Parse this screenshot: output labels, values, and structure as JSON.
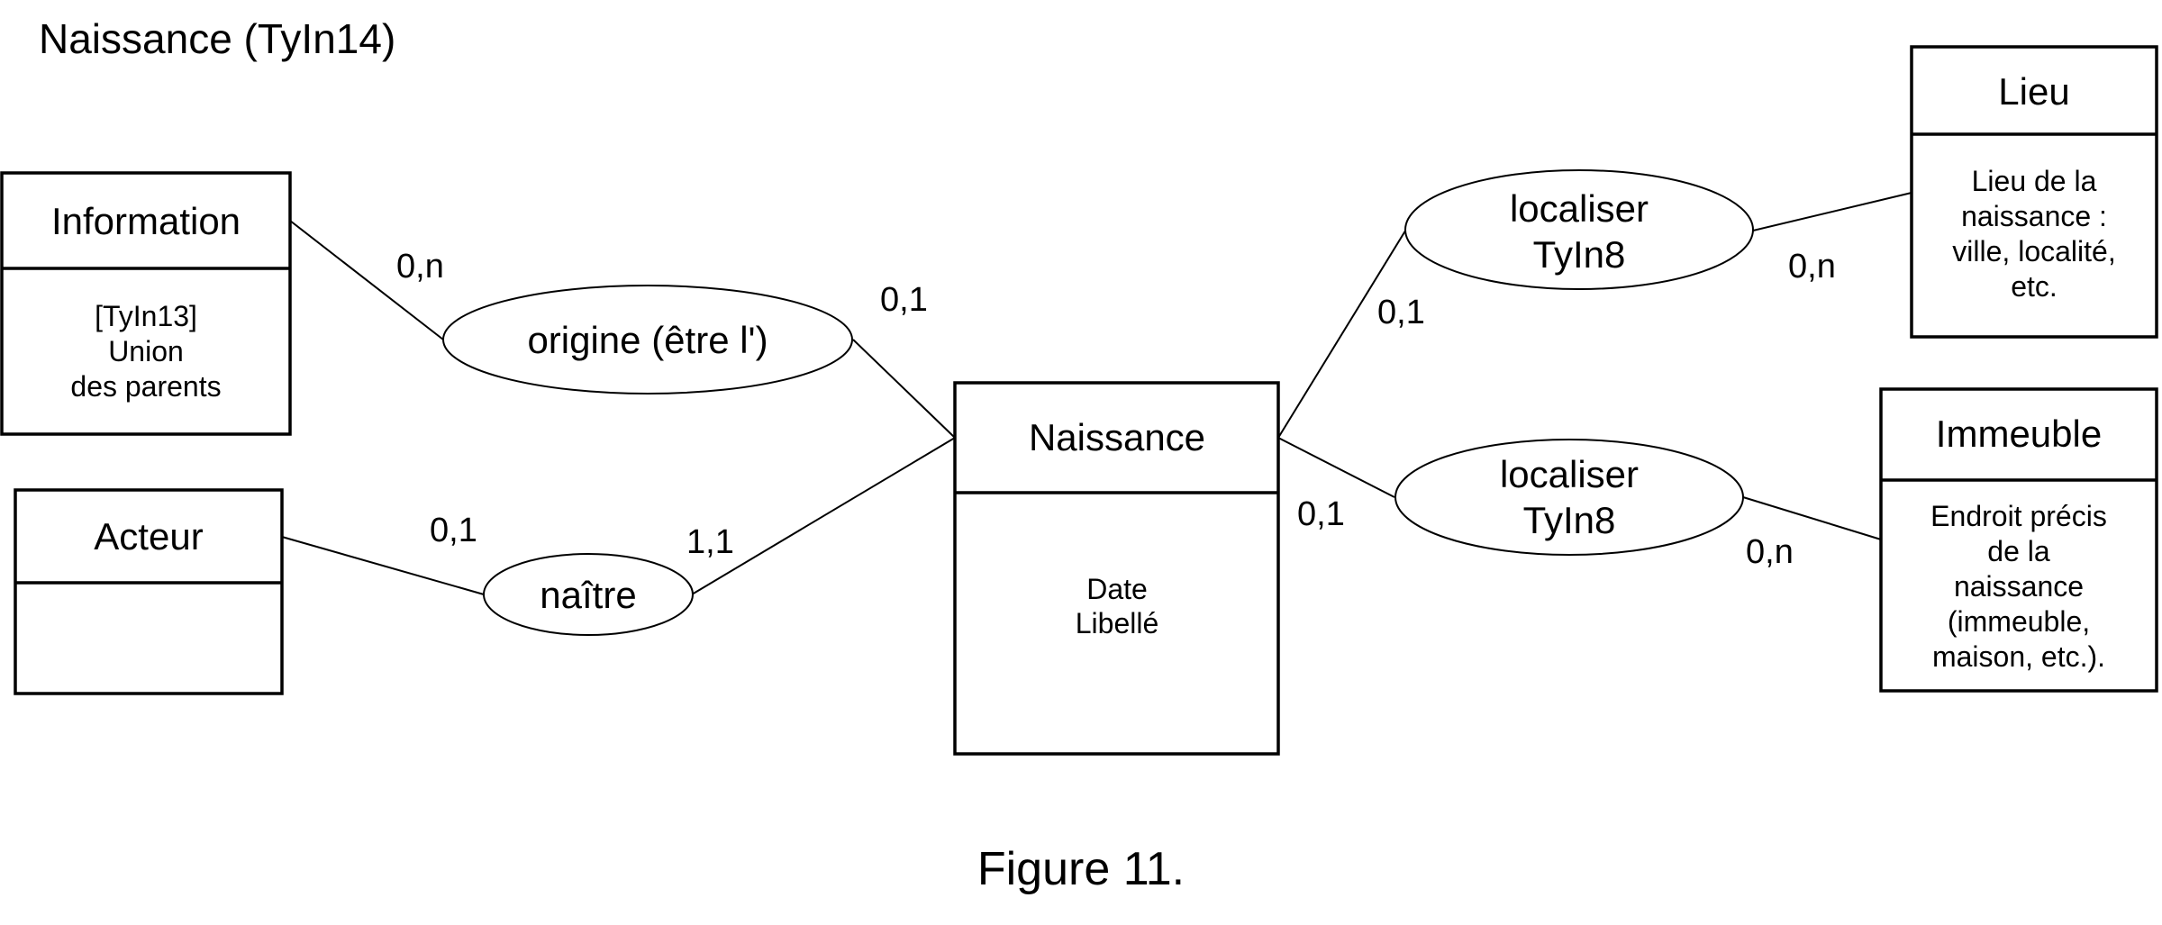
{
  "title": "Naissance (TyIn14)",
  "caption": "Figure 11.",
  "entities": {
    "information": {
      "name": "Information",
      "attrs": [
        "[TyIn13]",
        "Union",
        "des parents"
      ]
    },
    "acteur": {
      "name": "Acteur",
      "attrs": []
    },
    "naissance": {
      "name": "Naissance",
      "attrs": [
        "Date",
        "Libellé"
      ]
    },
    "lieu": {
      "name": "Lieu",
      "attrs": [
        "Lieu de la",
        "naissance :",
        "ville, localité,",
        "etc."
      ]
    },
    "immeuble": {
      "name": "Immeuble",
      "attrs": [
        "Endroit précis",
        "de la",
        "naissance",
        "(immeuble,",
        "maison, etc.)."
      ]
    }
  },
  "relations": {
    "origine": {
      "lines": [
        "origine (être l')"
      ]
    },
    "naitre": {
      "lines": [
        "naître"
      ]
    },
    "localiser_lieu": {
      "lines": [
        "localiser",
        "TyIn8"
      ]
    },
    "localiser_immeuble": {
      "lines": [
        "localiser",
        "TyIn8"
      ]
    }
  },
  "cardinalities": {
    "information_origine": "0,n",
    "origine_naissance": "0,1",
    "acteur_naitre": "0,1",
    "naitre_naissance": "1,1",
    "naissance_localiser_lieu": "0,1",
    "localiser_lieu_lieu": "0,n",
    "naissance_localiser_immeuble": "0,1",
    "localiser_immeuble_immeuble": "0,n"
  }
}
